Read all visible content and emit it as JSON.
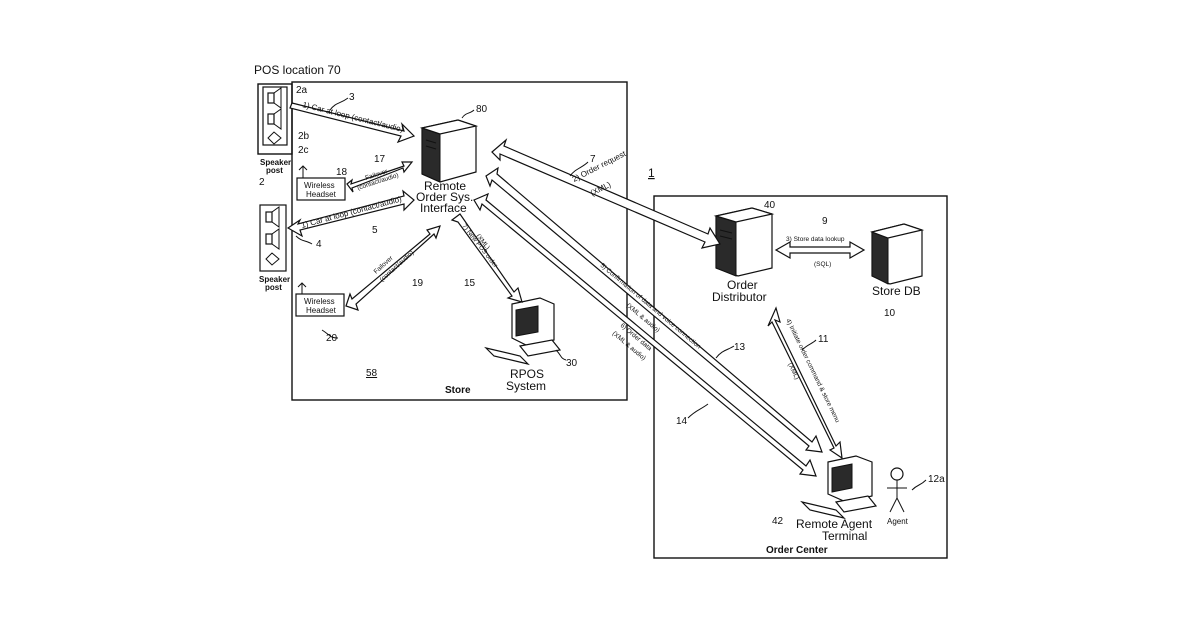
{
  "containers": {
    "store": "Store",
    "order_center": "Order Center",
    "pos_location": "POS location 70"
  },
  "nodes": {
    "remote_order_interface": [
      "Remote",
      "Order Sys.",
      "Interface"
    ],
    "order_distributor": [
      "Order",
      "Distributor"
    ],
    "store_db": "Store DB",
    "rpos": [
      "RPOS",
      "System"
    ],
    "remote_agent_terminal": [
      "Remote Agent",
      "Terminal"
    ],
    "agent": "Agent",
    "wireless_headset": [
      "Wireless",
      "Headset"
    ],
    "speaker_post": [
      "Speaker",
      "post"
    ]
  },
  "messages": {
    "car_at_loop": "1) Car at loop (contact/audio)",
    "failover": [
      "Failover",
      "(contact/audio)"
    ],
    "order_request": [
      "2) Order request",
      "(XML)"
    ],
    "store_data_lookup": [
      "3) Store data lookup",
      "(SQL)"
    ],
    "initiate_order": [
      "4) Initiate order command & store menu",
      "(XML)"
    ],
    "confirmation": [
      "5) Confirmation of data and voice connection",
      "(XML & audio)"
    ],
    "order_data": [
      "6) Order data",
      "(XML & audio)"
    ],
    "new_pos_order": [
      "7) New POS order",
      "(XML)"
    ]
  },
  "refs": {
    "r1": "1",
    "r2": "2",
    "r2a": "2a",
    "r2b": "2b",
    "r2c": "2c",
    "r3": "3",
    "r4": "4",
    "r5": "5",
    "r7": "7",
    "r9": "9",
    "r10": "10",
    "r11": "11",
    "r12a": "12a",
    "r13": "13",
    "r14": "14",
    "r15": "15",
    "r17": "17",
    "r18": "18",
    "r19": "19",
    "r20": "20",
    "r30": "30",
    "r40": "40",
    "r42": "42",
    "r58": "58",
    "r80": "80"
  }
}
